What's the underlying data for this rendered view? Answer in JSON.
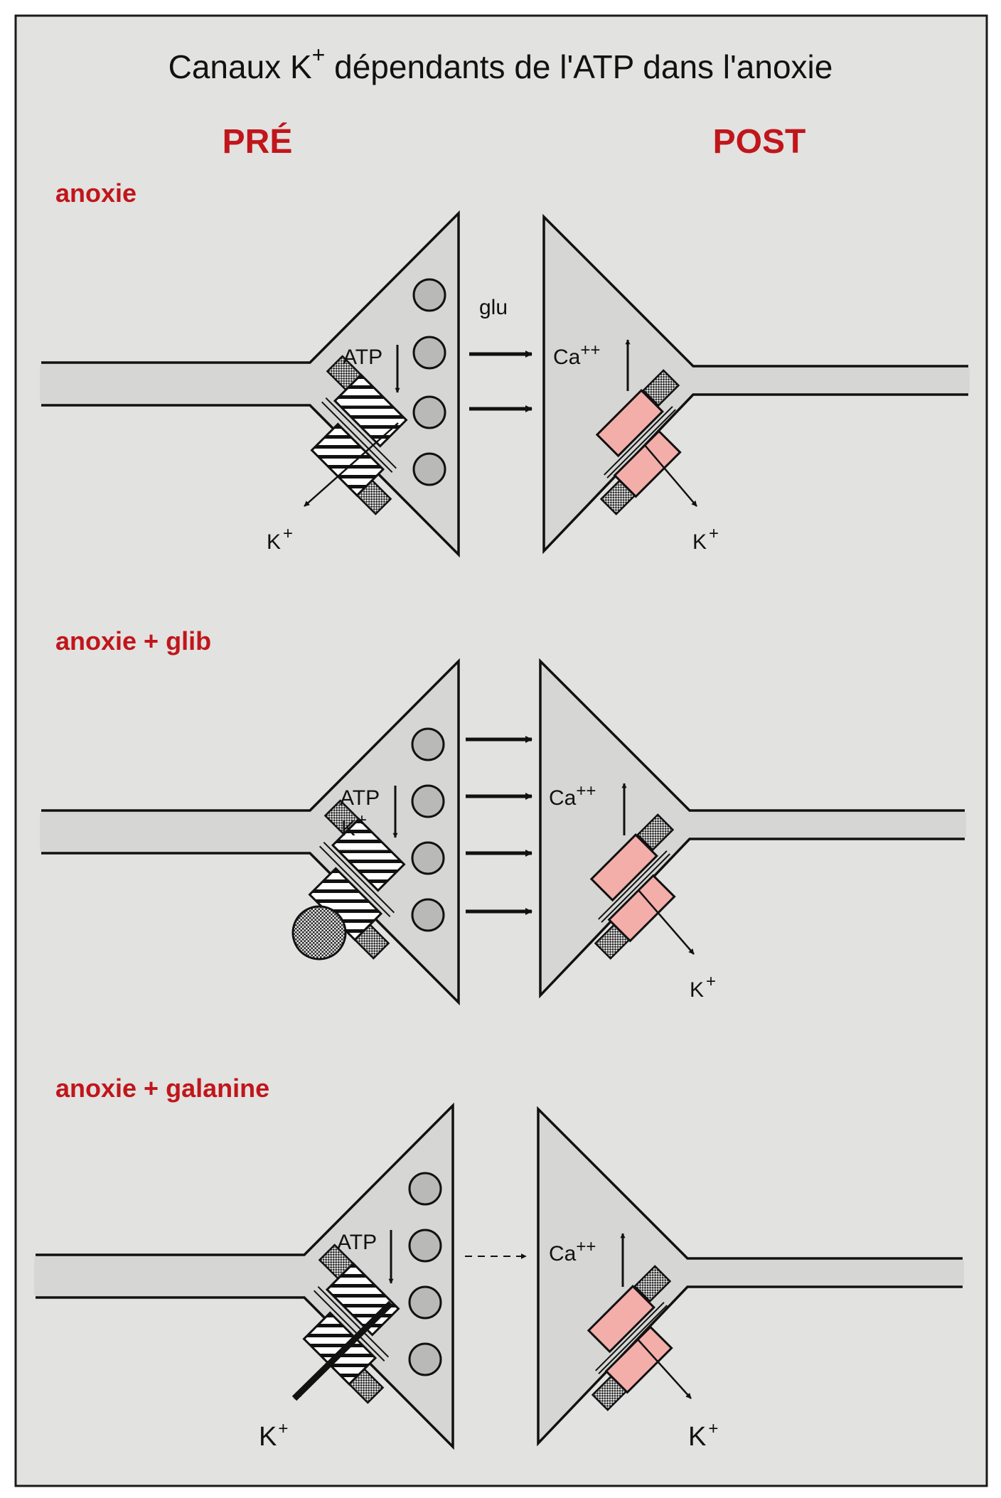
{
  "title": {
    "main": "Canaux K",
    "sup": "+",
    "rest": " dépendants de l'ATP  dans l'anoxie"
  },
  "sides": {
    "pre": "PRÉ",
    "post": "POST"
  },
  "labels": {
    "glu": "glu",
    "atp": "ATP",
    "ca": "Ca",
    "ca_sup": "++",
    "k": "K",
    "k_sup": "+"
  },
  "panels": [
    {
      "condition": "anoxie"
    },
    {
      "condition": "anoxie + glib"
    },
    {
      "condition": "anoxie + galanine"
    }
  ],
  "colors": {
    "red": "#c0161b",
    "cell": "#d6d6d4",
    "channel_post": "#f4aeaa",
    "vesicle": "#b9b9b7",
    "background": "#e2e2e0",
    "frame": "#1a1a1a"
  }
}
